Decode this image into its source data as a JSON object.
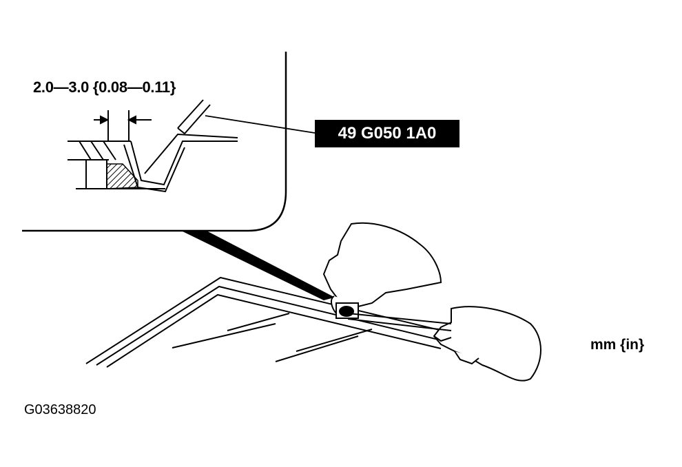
{
  "labels": {
    "dimension": "2.0—3.0 {0.08—0.11}",
    "tool_number": "49 G050 1A0",
    "unit": "mm {in}",
    "figure_code": "G03638820"
  },
  "colors": {
    "ink": "#000000",
    "paper": "#ffffff"
  }
}
